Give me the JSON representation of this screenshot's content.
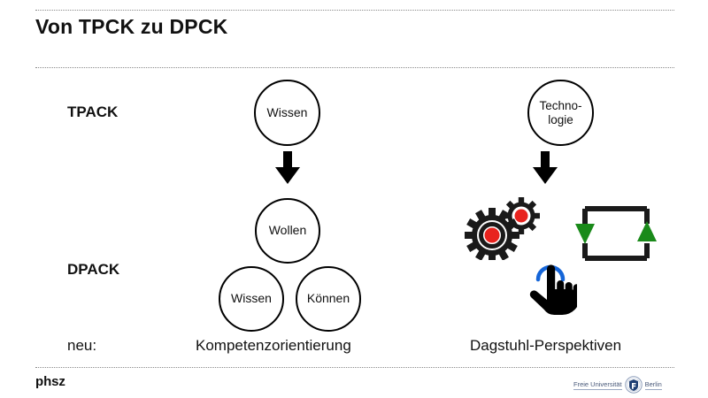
{
  "slide": {
    "title": "Von TPCK zu DPCK",
    "background_color": "#ffffff",
    "rule_color": "#8a8a8a"
  },
  "rows": {
    "tpack_label": "TPACK",
    "dpack_label": "DPACK",
    "neu_label": "neu:"
  },
  "left_column": {
    "top_circle": "Wissen",
    "arrow": "down-arrow",
    "triad": [
      {
        "label": "Wollen",
        "position": "top"
      },
      {
        "label": "Wissen",
        "position": "bottom-left"
      },
      {
        "label": "Können",
        "position": "bottom-right"
      }
    ],
    "caption": "Kompetenzorientierung"
  },
  "right_column": {
    "top_circle_line1": "Techno-",
    "top_circle_line2": "logie",
    "arrow": "down-arrow",
    "icons": [
      {
        "name": "gears-icon",
        "accent_color": "#e8231e"
      },
      {
        "name": "cycle-icon",
        "accent_color": "#1a8a1a"
      },
      {
        "name": "tap-gesture-icon",
        "accent_color": "#1565d8"
      }
    ],
    "caption": "Dagstuhl-Perspektiven"
  },
  "footer": {
    "left_logo": "phsz",
    "right_logo": {
      "word_left": "Freie Universität",
      "word_right": "Berlin",
      "seal": "fu-berlin-seal",
      "color": "#4a5a7a"
    }
  }
}
